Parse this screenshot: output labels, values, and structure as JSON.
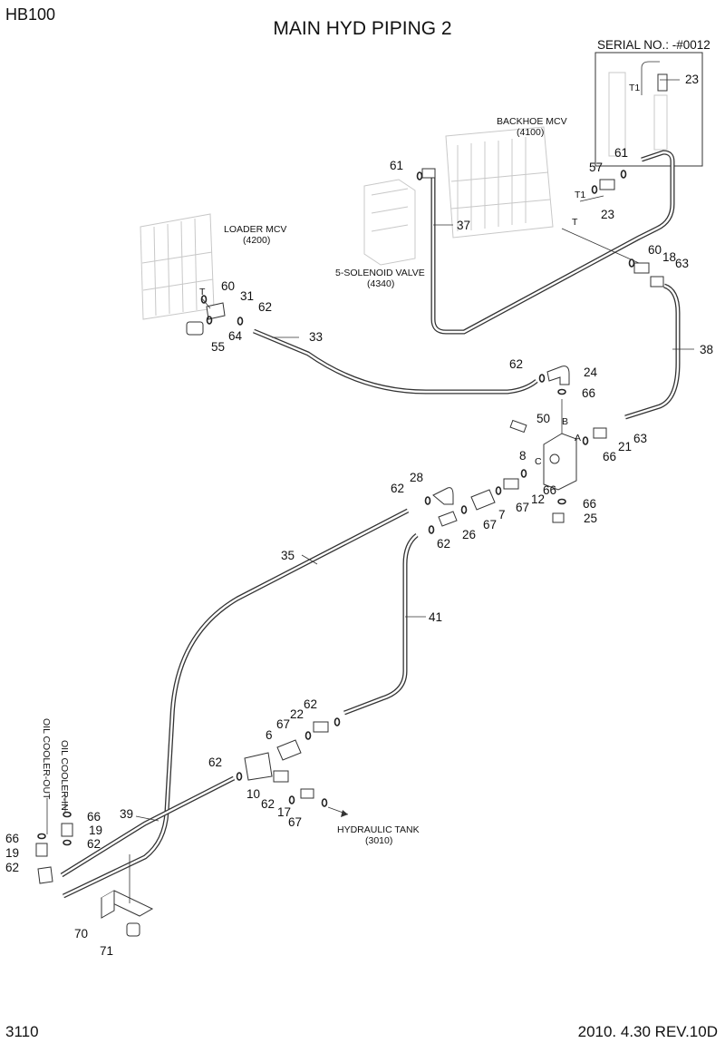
{
  "header": {
    "model": "HB100",
    "title": "MAIN HYD PIPING 2"
  },
  "footer": {
    "page": "3110",
    "revision": "2010. 4.30  REV.10D"
  },
  "serial_box": {
    "label": "SERIAL NO.: -#0012",
    "port": "T1",
    "part": "23"
  },
  "components": {
    "backhoe_mcv": {
      "name": "BACKHOE MCV",
      "code": "(4100)"
    },
    "loader_mcv": {
      "name": "LOADER MCV",
      "code": "(4200)"
    },
    "solenoid_valve": {
      "name": "5-SOLENOID VALVE",
      "code": "(4340)"
    },
    "hydraulic_tank": {
      "name": "HYDRAULIC TANK",
      "code": "(3010)"
    },
    "oil_cooler_out": "OIL COOLER-OUT",
    "oil_cooler_in": "OIL COOLER-IN"
  },
  "ports": {
    "t1_backhoe": "T1",
    "t_backhoe": "T",
    "t_loader": "T",
    "a": "A",
    "b": "B",
    "c": "C"
  },
  "callouts": {
    "c61a": "61",
    "c37": "37",
    "c57": "57",
    "c61b": "61",
    "c23": "23",
    "c60a": "60",
    "c18": "18",
    "c63a": "63",
    "c60b": "60",
    "c31": "31",
    "c62a": "62",
    "c64": "64",
    "c55": "55",
    "c33": "33",
    "c38": "38",
    "c62b": "62",
    "c24": "24",
    "c66a": "66",
    "c50": "50",
    "c8": "8",
    "c21": "21",
    "c66b": "66",
    "c63b": "63",
    "c28": "28",
    "c62c": "62",
    "c66c": "66",
    "c12": "12",
    "c67a": "67",
    "c66d": "66",
    "c7": "7",
    "c67b": "67",
    "c25": "25",
    "c26": "26",
    "c62d": "62",
    "c35": "35",
    "c41": "41",
    "c62e": "62",
    "c22": "22",
    "c67c": "67",
    "c6": "6",
    "c62f": "62",
    "c10": "10",
    "c62g": "62",
    "c17": "17",
    "c67d": "67",
    "c39": "39",
    "c66e": "66",
    "c19a": "19",
    "c62h": "62",
    "c66f": "66",
    "c19b": "19",
    "c62i": "62",
    "c70": "70",
    "c71": "71"
  }
}
